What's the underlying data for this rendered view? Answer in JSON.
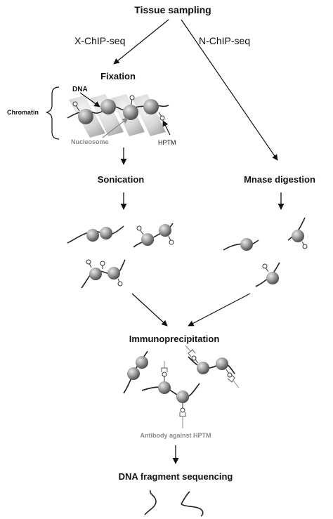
{
  "title": "Tissue sampling",
  "branches": {
    "left": "X-ChIP-seq",
    "right": "N-ChIP-seq"
  },
  "steps": {
    "fixation": "Fixation",
    "sonication": "Sonication",
    "mnase": "Mnase digestion",
    "immunoprecipitation": "Immunoprecipitation",
    "sequencing": "DNA fragment sequencing"
  },
  "fixation_labels": {
    "chromatin": "Chromatin",
    "dna": "DNA",
    "nucleosome": "Nucleosome",
    "hptm": "HPTM"
  },
  "antibody_label": "Antibody against HPTM"
}
